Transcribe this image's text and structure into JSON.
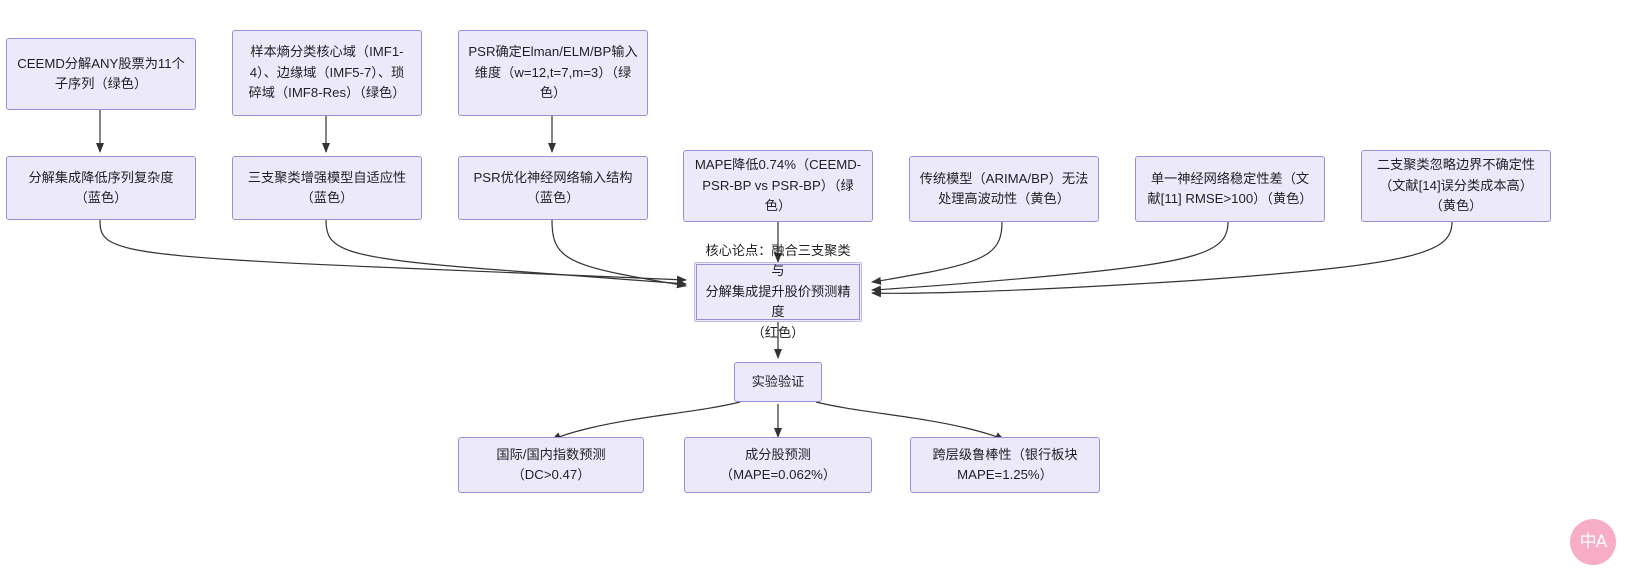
{
  "diagram": {
    "type": "flowchart",
    "title": "",
    "background_color": "#ffffff",
    "node_fill": "#ECEAFA",
    "node_border": "#9A8FD4",
    "edge_color": "#333333",
    "watermark_color": "#F8A9C4",
    "watermark_text": "中A"
  },
  "nodes": {
    "row1": [
      {
        "id": "n1",
        "label": "CEEMD分解ANY股票为11个\n子序列（绿色）"
      },
      {
        "id": "n2",
        "label": "样本熵分类核心域（IMF1-\n4）、边缘域（IMF5-7）、琐\n碎域（IMF8-Res）（绿色）"
      },
      {
        "id": "n3",
        "label": "PSR确定Elman/ELM/BP输入\n维度（w=12,t=7,m=3）（绿\n色）"
      }
    ],
    "row2": [
      {
        "id": "n4",
        "label": "分解集成降低序列复杂度\n（蓝色）"
      },
      {
        "id": "n5",
        "label": "三支聚类增强模型自适应性\n（蓝色）"
      },
      {
        "id": "n6",
        "label": "PSR优化神经网络输入结构\n（蓝色）"
      },
      {
        "id": "n7",
        "label": "MAPE降低0.74%（CEEMD-\nPSR-BP vs PSR-BP）（绿\n色）"
      },
      {
        "id": "n8",
        "label": "传统模型（ARIMA/BP）无法\n处理高波动性（黄色）"
      },
      {
        "id": "n9",
        "label": "单一神经网络稳定性差（文\n献[11] RMSE>100）（黄色）"
      },
      {
        "id": "n10",
        "label": "二支聚类忽略边界不确定性\n（文献[14]误分类成本高）\n（黄色）"
      }
    ],
    "core": {
      "id": "n11",
      "label": "核心论点：融合三支聚类与\n分解集成提升股价预测精度\n（红色）"
    },
    "verify": {
      "id": "n12",
      "label": "实验验证"
    },
    "row4": [
      {
        "id": "n13",
        "label": "国际/国内指数预测\n（DC>0.47）"
      },
      {
        "id": "n14",
        "label": "成分股预测\n（MAPE=0.062%）"
      },
      {
        "id": "n15",
        "label": "跨层级鲁棒性（银行板块\nMAPE=1.25%）"
      }
    ]
  }
}
